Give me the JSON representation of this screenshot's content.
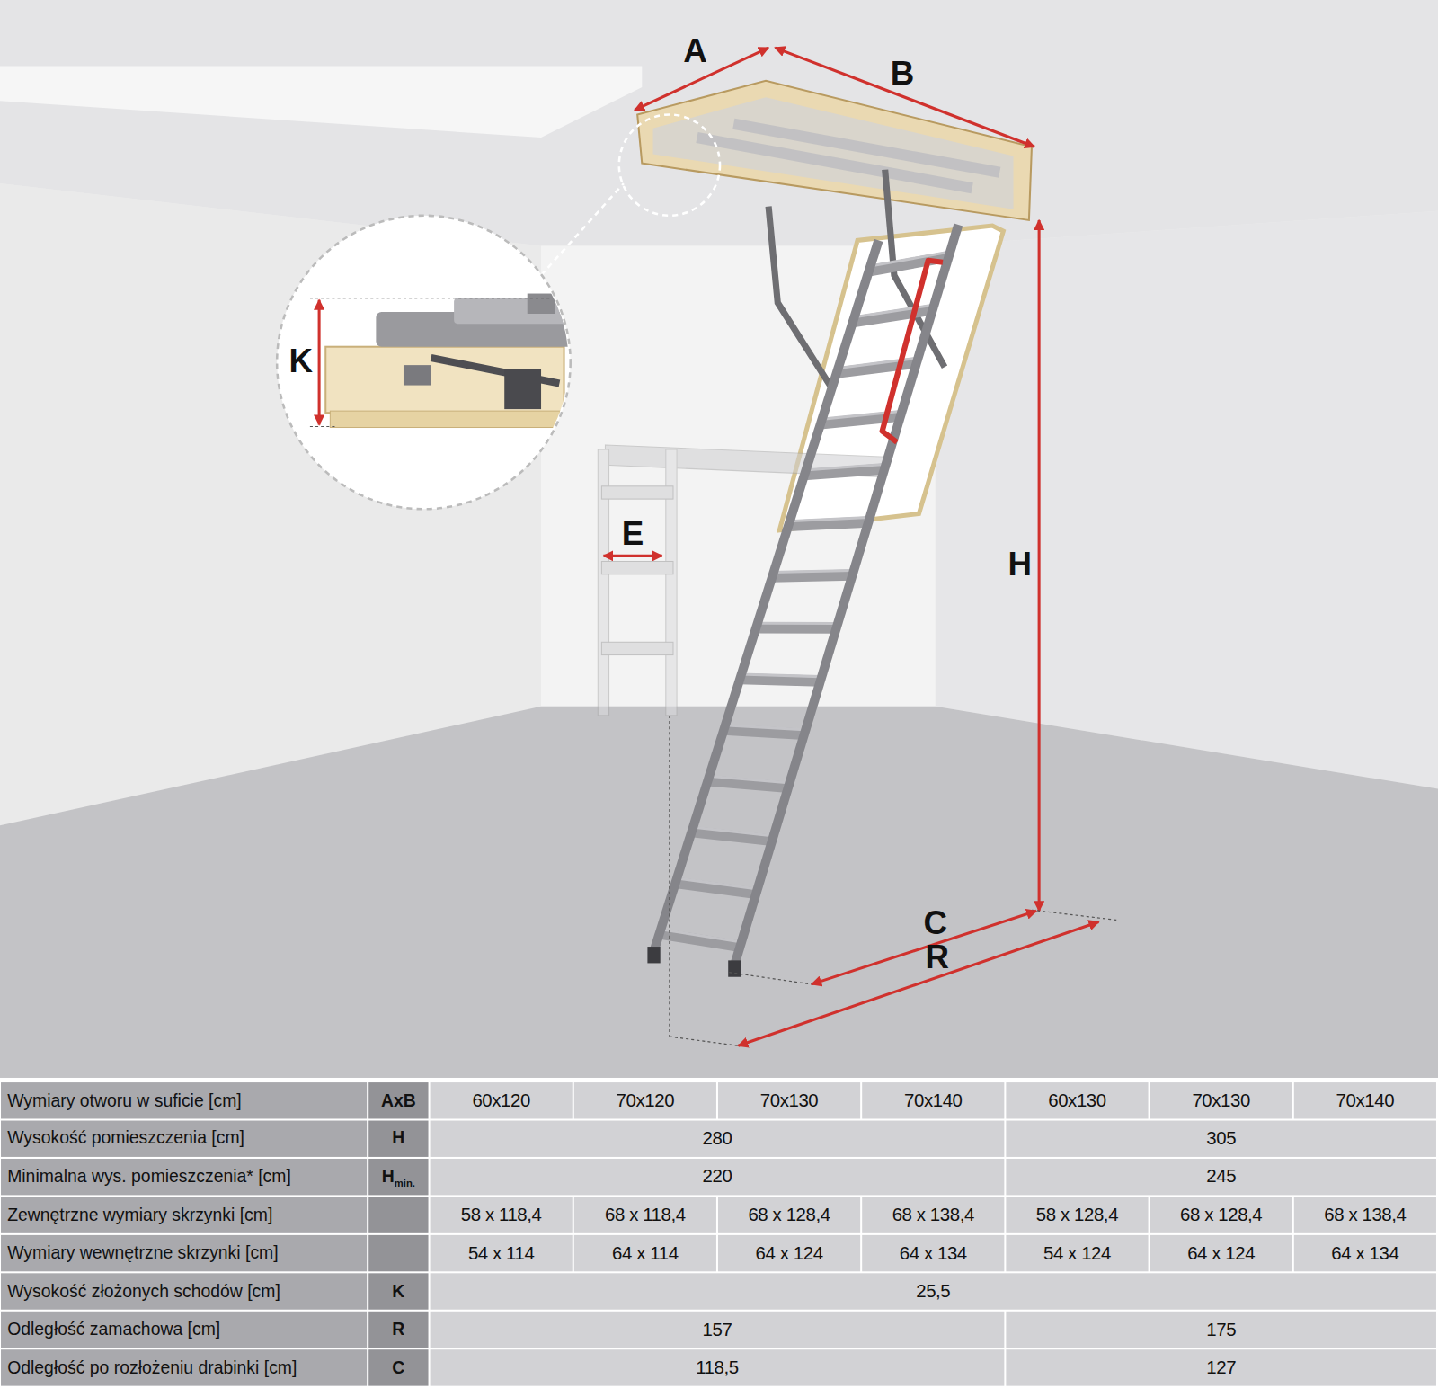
{
  "diagram": {
    "labels": [
      "A",
      "B",
      "K",
      "E",
      "H",
      "C",
      "R",
      "Wymiary otworu w suficie [cm]",
      "AxB",
      "60x120",
      "70x120",
      "70x130",
      "70x140",
      "60x130",
      "70x130",
      "70x140",
      "Wysokość pomieszczenia [cm]",
      "H",
      "280",
      "305",
      "Minimalna wys. pomieszczenia* [cm]",
      "H",
      "min.",
      "220",
      "245",
      "Zewnętrzne wymiary skrzynki [cm]",
      "58 x 118,4",
      "68 x 118,4",
      "68 x 128,4",
      "68 x 138,4",
      "58 x 128,4",
      "68 x 128,4",
      "68 x 138,4",
      "Wymiary wewnętrzne skrzynki [cm]",
      "54 x 114",
      "64 x 114",
      "64 x 124",
      "64 x 134",
      "54 x 124",
      "64 x 124",
      "64 x 134",
      "Wysokość złożonych schodów [cm]",
      "K",
      "25,5",
      "Odległość zamachowa [cm]",
      "R",
      "157",
      "175",
      "Odległość po rozłożeniu drabinki [cm]",
      "C",
      "118,5",
      "127"
    ]
  }
}
